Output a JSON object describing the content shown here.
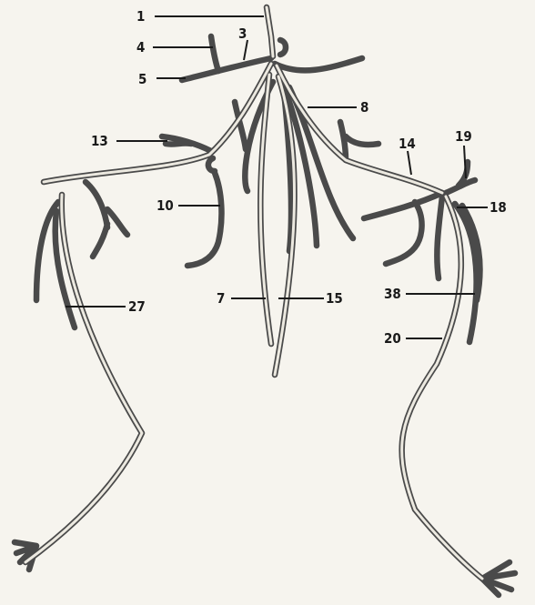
{
  "labels": [
    {
      "id": "1",
      "text": "1"
    },
    {
      "id": "3",
      "text": "3"
    },
    {
      "id": "4",
      "text": "4"
    },
    {
      "id": "5",
      "text": "5"
    },
    {
      "id": "8",
      "text": "8"
    },
    {
      "id": "13",
      "text": "13"
    },
    {
      "id": "14",
      "text": "14"
    },
    {
      "id": "19",
      "text": "19"
    },
    {
      "id": "18",
      "text": "18"
    },
    {
      "id": "10",
      "text": "10"
    },
    {
      "id": "7",
      "text": "7"
    },
    {
      "id": "15",
      "text": "15"
    },
    {
      "id": "27",
      "text": "27"
    },
    {
      "id": "38",
      "text": "38"
    },
    {
      "id": "20",
      "text": "20"
    }
  ],
  "colors": {
    "vessel": "#4a4a4a",
    "paper": "#f6f4ee",
    "ink": "#1a1a1a"
  }
}
